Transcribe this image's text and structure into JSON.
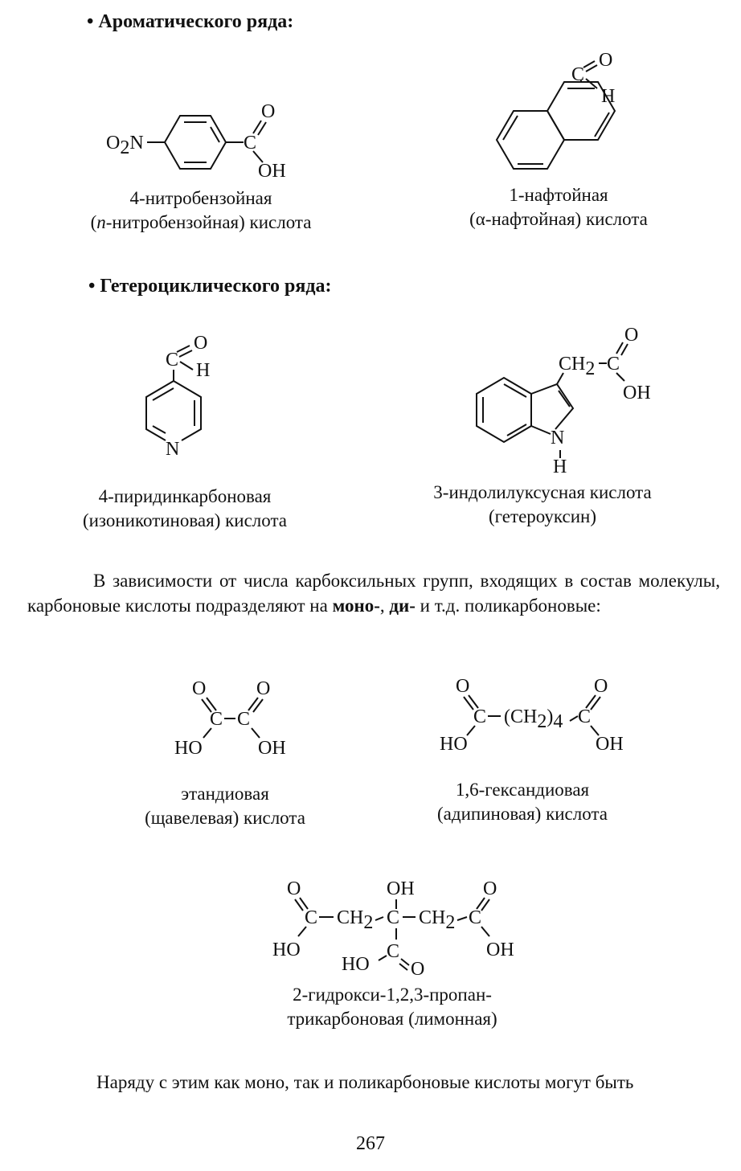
{
  "sections": {
    "aromatic": {
      "bullet": "•",
      "title": "Ароматического ряда:"
    },
    "heterocyclic": {
      "bullet": "•",
      "title": "Гетероциклического ряда:"
    }
  },
  "compounds": {
    "nitrobenzoic": {
      "name_line1": "4-нитробензойная",
      "name_line2_prefix": "(",
      "name_line2_italic": "n",
      "name_line2_rest": "-нитробензойная) кислота"
    },
    "naphthoic": {
      "name_line1": "1-нафтойная",
      "name_line2": "(α-нафтойная) кислота"
    },
    "pyridinecarboxylic": {
      "name_line1": "4-пиридинкарбоновая",
      "name_line2": "(изоникотиновая) кислота"
    },
    "indoleacetic": {
      "name_line1": "3-индолилуксусная кислота",
      "name_line2": "(гетероуксин)"
    },
    "ethanedioic": {
      "name_line1": "этандиовая",
      "name_line2": "(щавелевая) кислота"
    },
    "hexanedioic": {
      "name_line1": "1,6-гександиовая",
      "name_line2": "(адипиновая) кислота"
    },
    "citric": {
      "name_line1": "2-гидрокси-1,2,3-пропан-",
      "name_line2": "трикарбоновая (лимонная)"
    }
  },
  "paragraph1": {
    "part1": "В зависимости от числа карбоксильных групп, входящих в состав молекулы, карбоновые кислоты подразделяют на ",
    "bold1": "моно-",
    "part2": ", ",
    "bold2": "ди-",
    "part3": " и т.д. поликарбоновые:"
  },
  "paragraph2": "Наряду с этим как моно, так и поликарбоновые кислоты могут быть",
  "page_number": "267",
  "atoms": {
    "O": "O",
    "OH": "OH",
    "HO": "HO",
    "C": "C",
    "H": "H",
    "N": "N",
    "O2N": "O",
    "sub2": "2",
    "sub4": "4",
    "CH": "CH",
    "paren_open": "(",
    "paren_close": ")"
  }
}
